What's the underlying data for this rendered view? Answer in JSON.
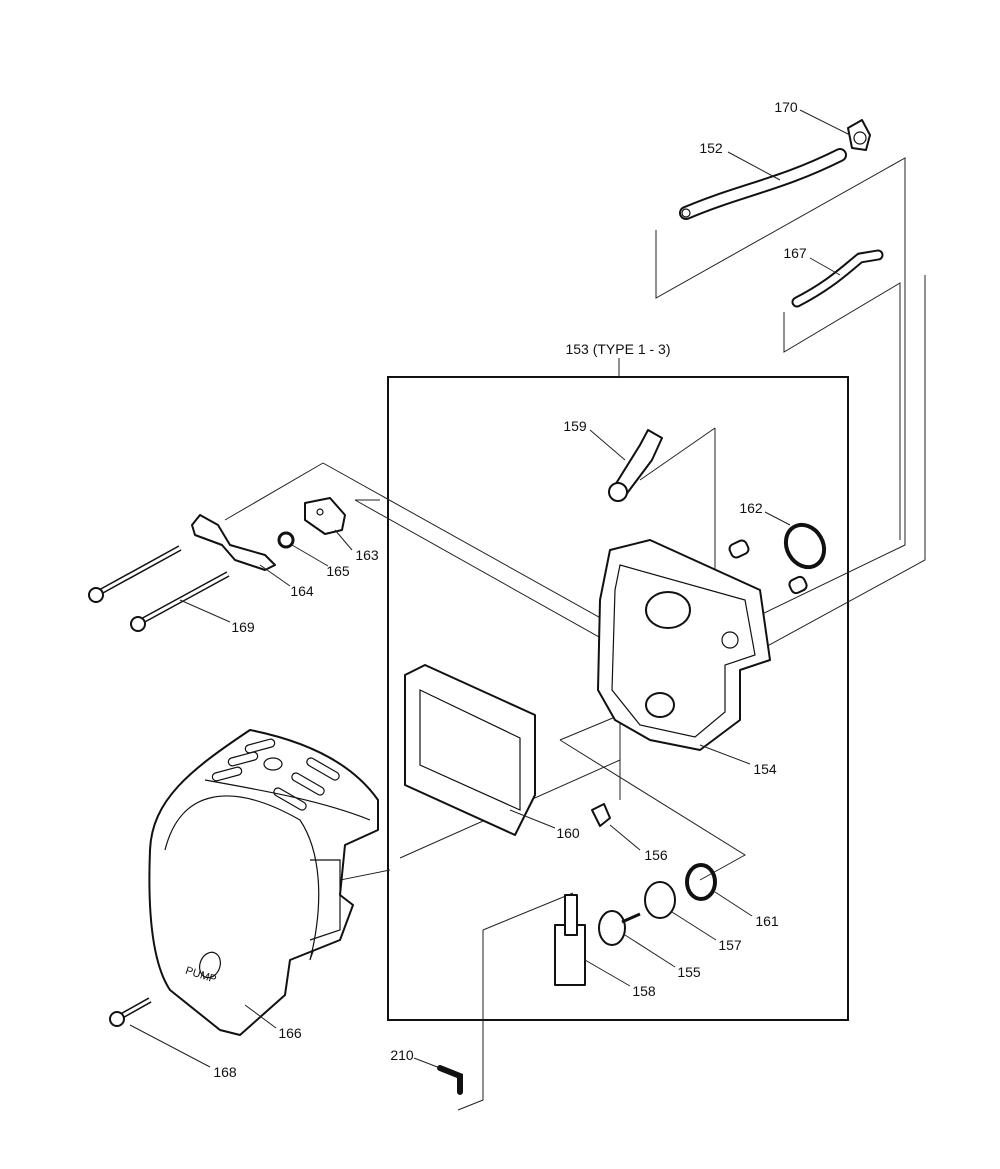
{
  "diagram": {
    "labels": {
      "p170": "170",
      "p152": "152",
      "p167": "167",
      "p153": "153 (TYPE 1 - 3)",
      "p159": "159",
      "p162": "162",
      "p163": "163",
      "p165": "165",
      "p164": "164",
      "p169": "169",
      "p154": "154",
      "p160": "160",
      "p156": "156",
      "p161": "161",
      "p157": "157",
      "p155": "155",
      "p158": "158",
      "p166": "166",
      "p168": "168",
      "p210": "210"
    },
    "cover_text": "PUMP"
  }
}
